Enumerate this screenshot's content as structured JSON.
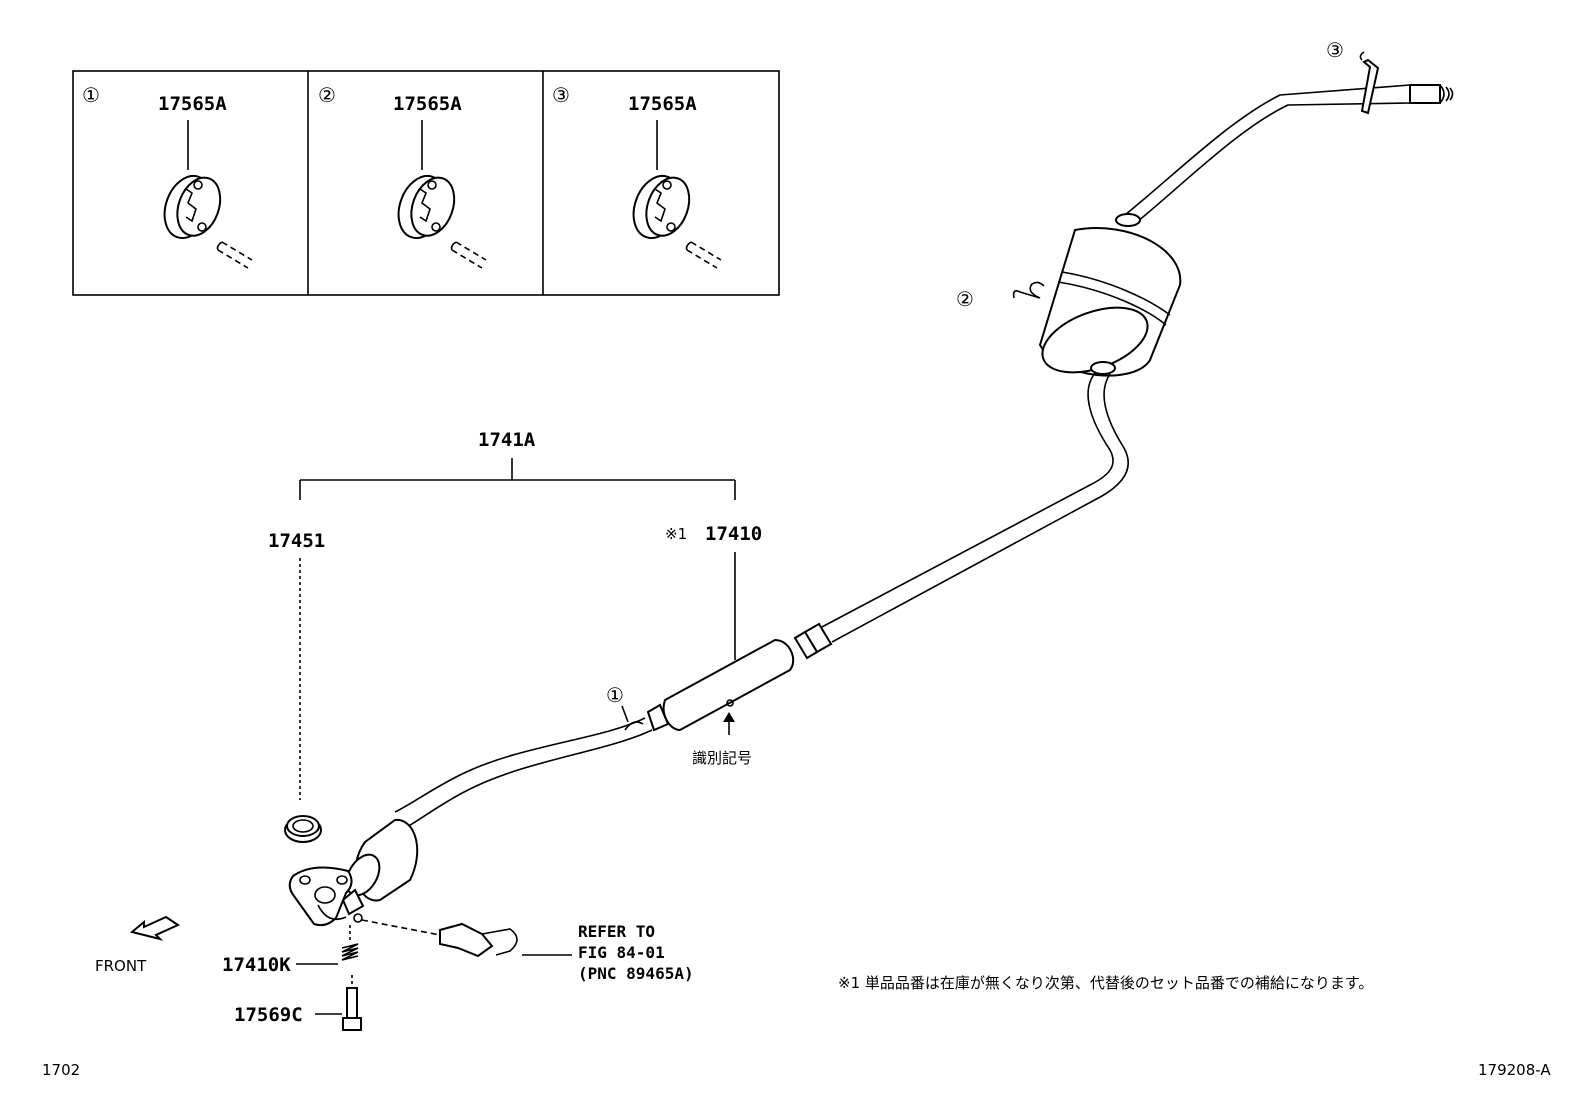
{
  "diagram": {
    "insets": [
      {
        "marker": "①",
        "part": "17565A"
      },
      {
        "marker": "②",
        "part": "17565A"
      },
      {
        "marker": "③",
        "part": "17565A"
      }
    ],
    "labels": {
      "assembly": "1741A",
      "gasket": "17451",
      "note_mark": "※1",
      "center_pipe": "17410",
      "spring": "17410K",
      "bolt": "17569C",
      "front": "FRONT",
      "id_mark": "識別記号",
      "refer_line1": "REFER TO",
      "refer_line2": "FIG 84-01",
      "refer_line3": "(PNC 89465A)"
    },
    "callouts": {
      "c1": "①",
      "c2": "②",
      "c3": "③"
    },
    "footnote": "※1  単品品番は在庫が無くなり次第、代替後のセット品番での補給になります。",
    "page_code": "1702",
    "figure_code": "179208-A"
  }
}
